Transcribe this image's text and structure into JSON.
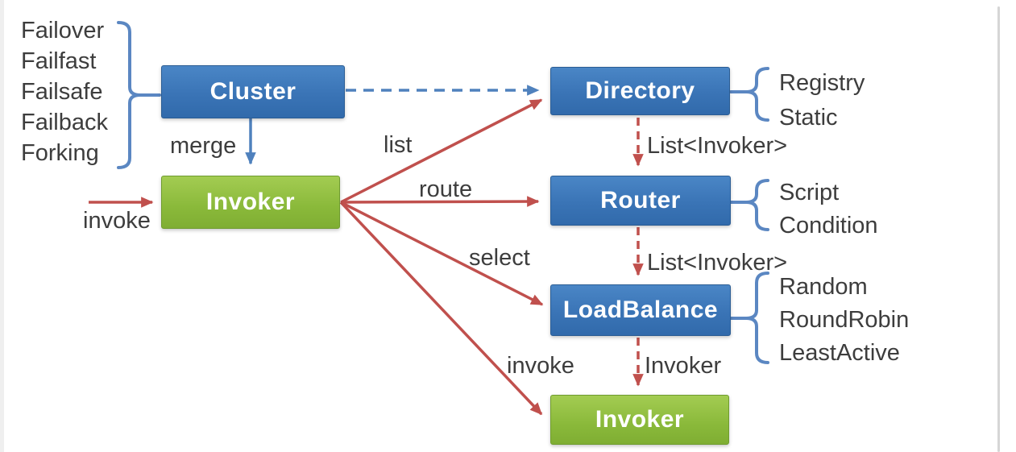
{
  "nodes": {
    "cluster": {
      "label": "Cluster"
    },
    "invoker_main": {
      "label": "Invoker"
    },
    "directory": {
      "label": "Directory"
    },
    "router": {
      "label": "Router"
    },
    "loadbalance": {
      "label": "LoadBalance"
    },
    "invoker_result": {
      "label": "Invoker"
    }
  },
  "groups": {
    "cluster_strategies": {
      "items": [
        "Failover",
        "Failfast",
        "Failsafe",
        "Failback",
        "Forking"
      ]
    },
    "directory_types": {
      "items": [
        "Registry",
        "Static"
      ]
    },
    "router_types": {
      "items": [
        "Script",
        "Condition"
      ]
    },
    "loadbalance_types": {
      "items": [
        "Random",
        "RoundRobin",
        "LeastActive"
      ]
    }
  },
  "edges": {
    "invoke_in": {
      "label": "invoke"
    },
    "merge": {
      "label": "merge"
    },
    "cluster_to_directory": {
      "label": ""
    },
    "list": {
      "label": "list"
    },
    "route": {
      "label": "route"
    },
    "select": {
      "label": "select"
    },
    "invoke_out": {
      "label": "invoke"
    },
    "directory_to_router": {
      "label": "List<Invoker>"
    },
    "router_to_loadbalance": {
      "label": "List<Invoker>"
    },
    "loadbalance_to_invoker": {
      "label": "Invoker"
    }
  },
  "colors": {
    "box_blue": "#3a74b6",
    "box_blue_border": "#2b5d94",
    "box_green": "#8ab93a",
    "box_green_border": "#6f9c2f",
    "arrow_red": "#c0504d",
    "arrow_blue": "#4f81bd",
    "brace_blue": "#5b87c2",
    "text_dark": "#3d3d3d",
    "background": "#ffffff"
  }
}
